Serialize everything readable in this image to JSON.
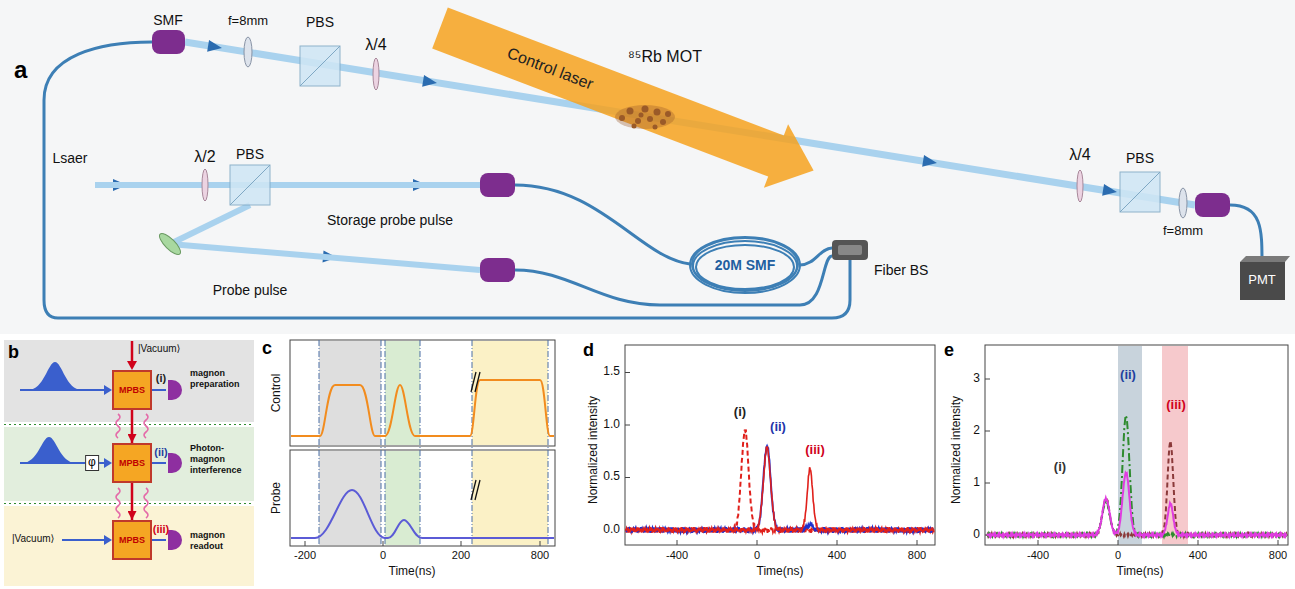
{
  "diagram": {
    "nodes": [
      {
        "text": [
          "magnon preparation"
        ]
      },
      {
        "text": [
          "MPBS"
        ],
        "in": 0
      },
      {
        "text": [
          "Photon-magnon interference"
        ]
      },
      {
        "text": [
          "MPBS"
        ],
        "in": 2
      },
      {
        "text": [
          "magnon readout"
        ]
      },
      {
        "text": [
          "MPBS"
        ],
        "in": 4
      }
    ],
    "edges": [
      {
        "from": 1,
        "to": 3,
        "arrow": "to"
      },
      {
        "from": 3,
        "to": 5,
        "arrow": "to"
      }
    ],
    "labels": [
      "a",
      "SMF",
      "f=8mm",
      "PBS",
      "λ/4",
      "Control laser",
      "⁸⁵Rb MOT",
      "λ/4",
      "PBS",
      "f=8mm",
      "PMT",
      "Lsaer",
      "λ/2",
      "PBS",
      "Storage probe pulse",
      "Probe pulse",
      "20M SMF",
      "Fiber BS",
      "b",
      "|Vacuum⟩",
      "(i)",
      "φ",
      "(ii)",
      "|Vacuum⟩",
      "(iii)",
      "c",
      "Control",
      "Probe",
      "-200",
      "0",
      "200",
      "800",
      "Time(ns)",
      "d",
      "Normalized intensity",
      "1.5",
      "1.0",
      "0.5",
      "0.0",
      "-400",
      "0",
      "400",
      "800",
      "Time(ns)",
      "(i)",
      "(ii)",
      "(iii)",
      "e",
      "Normalized intensity",
      "3",
      "2",
      "1",
      "0",
      "-400",
      "0",
      "400",
      "800",
      "Time(ns)",
      "(i)",
      "(ii)",
      "(iii)"
    ]
  }
}
